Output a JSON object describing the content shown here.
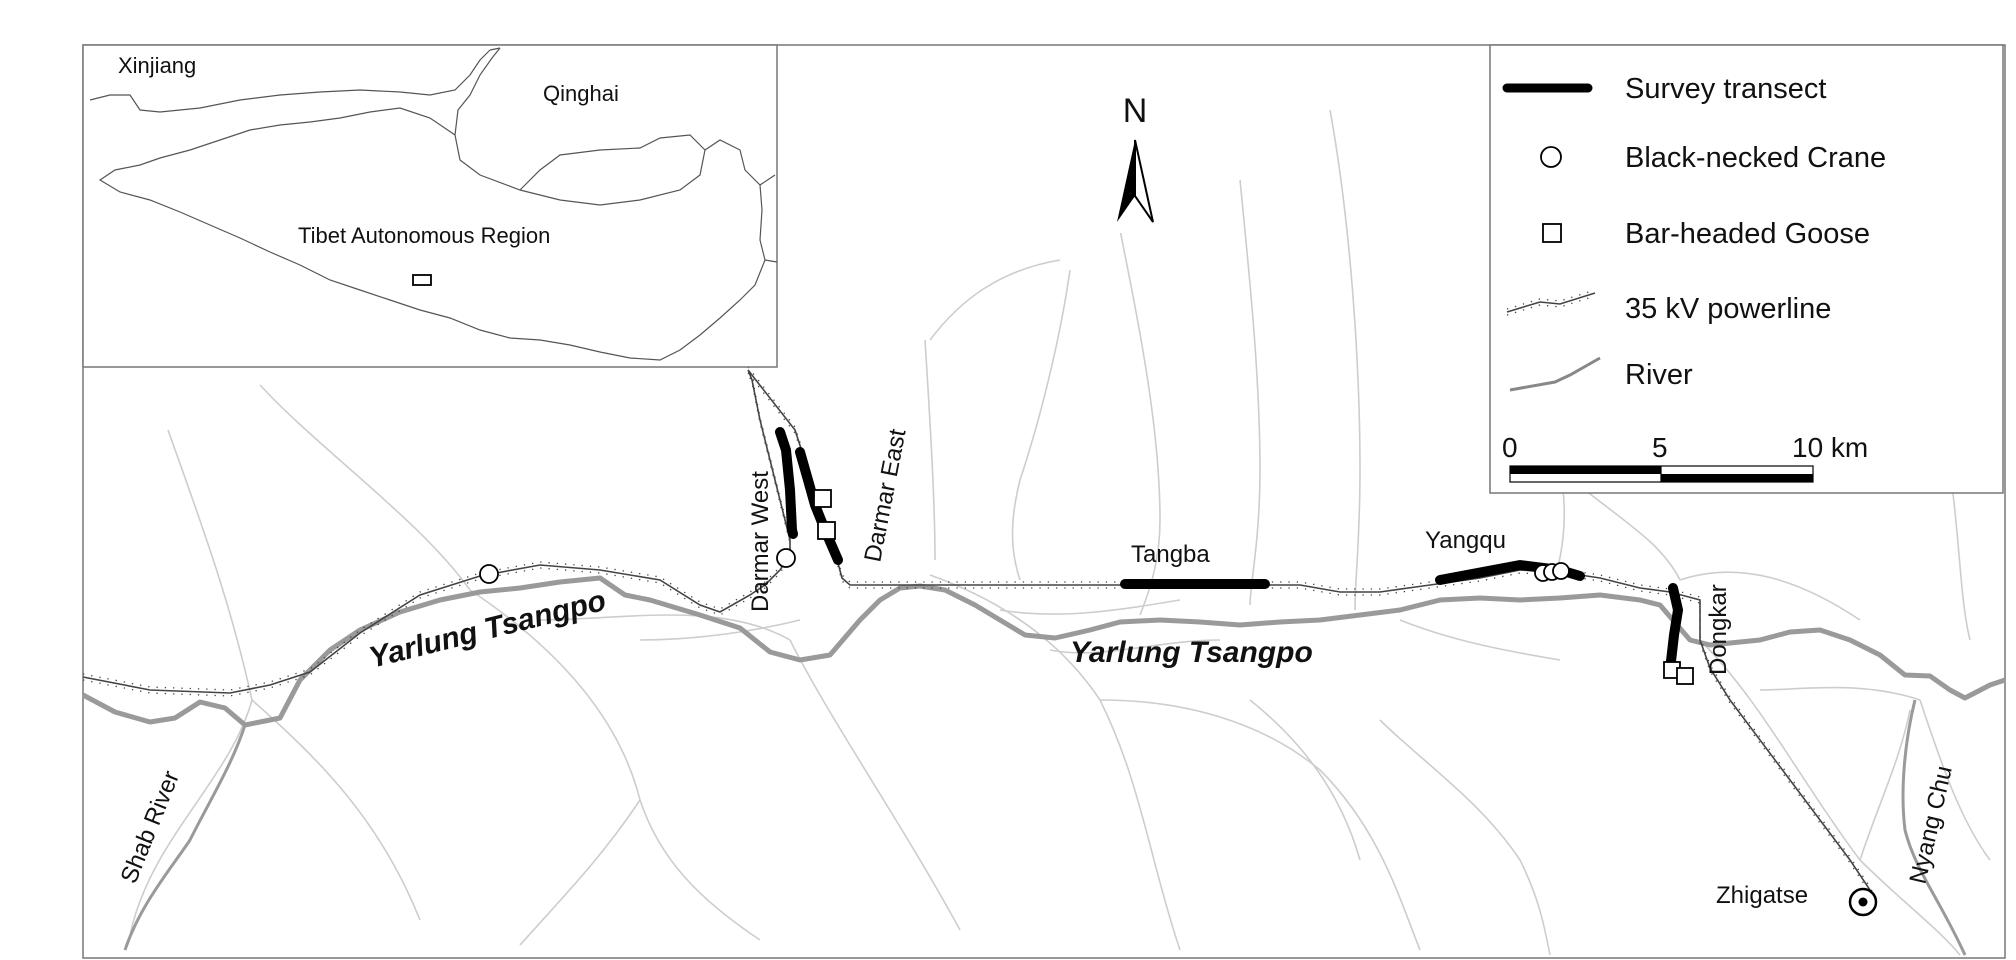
{
  "north_arrow": {
    "label": "N"
  },
  "inset": {
    "labels": {
      "xinjiang": "Xinjiang",
      "qinghai": "Qinghai",
      "tibet": "Tibet Autonomous Region"
    }
  },
  "legend": {
    "items": [
      {
        "key": "survey-transect",
        "label": "Survey transect"
      },
      {
        "key": "black-necked-crane",
        "label": "Black-necked Crane"
      },
      {
        "key": "bar-headed-goose",
        "label": "Bar-headed Goose"
      },
      {
        "key": "powerline",
        "label": "35 kV powerline"
      },
      {
        "key": "river",
        "label": "River"
      }
    ],
    "scale": {
      "tick0": "0",
      "tick1": "5",
      "tick2": "10 km"
    }
  },
  "labels": {
    "darmar_west": "Darmar West",
    "darmar_east": "Darmar East",
    "tangba": "Tangba",
    "yangqu": "Yangqu",
    "dongkar": "Dongkar",
    "yarlung_west": "Yarlung Tsangpo",
    "yarlung_center": "Yarlung Tsangpo",
    "shab_river": "Shab River",
    "nyang_chu": "Nyang Chu",
    "zhigatse": "Zhigatse"
  },
  "colors": {
    "transect": "#000000",
    "river_main": "#9a9a9a",
    "river_minor": "#cfcfcf",
    "powerline": "#555555"
  }
}
